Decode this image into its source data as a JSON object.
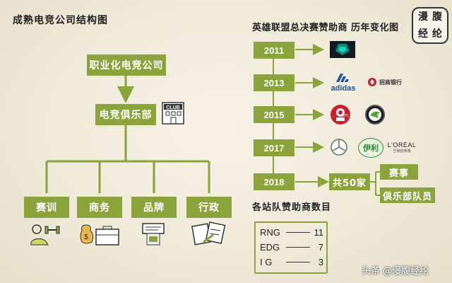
{
  "left": {
    "title": "成熟电竞公司结构图",
    "company": "职业化电竞公司",
    "club": "电竞俱乐部",
    "club_icon_label": "CLUB",
    "departments": [
      "赛训",
      "商务",
      "品牌",
      "行政"
    ],
    "dept_icons": [
      "dumbbell-icon",
      "money-briefcase-icon",
      "brand-board-icon",
      "admin-documents-icon"
    ]
  },
  "right": {
    "title": "英雄联盟总决赛赞助商 历年变化图",
    "years": [
      "2011",
      "2013",
      "2015",
      "2017",
      "2018"
    ],
    "sponsors": {
      "2011": [
        "alienware-logo"
      ],
      "2013": [
        "adidas",
        "招商银行"
      ],
      "2015": [
        "KFC",
        "skoda-logo"
      ],
      "2017": [
        "mercedes-logo",
        "伊利",
        "L'ORÉAL"
      ]
    },
    "adidas_text": "adidas",
    "cmb_text": "招商银行",
    "kfc_text": "KFC",
    "yili_text": "伊利",
    "loreal_text": "L'ORÉAL",
    "loreal_sub": "巴黎欧莱雅",
    "count_2018": "共50家",
    "branches": [
      "赛事",
      "俱乐部队员"
    ]
  },
  "stats": {
    "title": "各站队赞助商数目",
    "rows": [
      {
        "team": "RNG",
        "count": "11"
      },
      {
        "team": "EDG",
        "count": "7"
      },
      {
        "team": "I G",
        "count": "3"
      }
    ]
  },
  "brand_logo_text": [
    "漫",
    "腹",
    "经",
    "纶"
  ],
  "watermark": "头条 @漫腹经纶",
  "colors": {
    "accent": "#8aa33a"
  }
}
